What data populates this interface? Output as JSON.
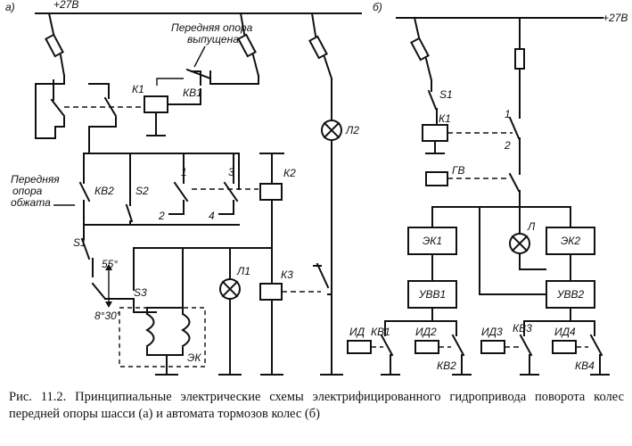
{
  "panels": {
    "a": "a)",
    "b": "б)"
  },
  "supply": {
    "a": "+27В",
    "b": "+27В"
  },
  "labels": {
    "front_strut_extended_1": "Передняя опора",
    "front_strut_extended_2": "выпущена",
    "front_strut_compressed_1": "Передняя",
    "front_strut_compressed_2": "опора",
    "front_strut_compressed_3": "обжата",
    "temp_high": "55°",
    "temp_low": "8°30'"
  },
  "components_a": {
    "k1": "К1",
    "kv1": "КВ1",
    "l2": "Л2",
    "kv2": "КВ2",
    "s2": "S2",
    "c1": "1",
    "c3": "3",
    "c2": "2",
    "c4": "4",
    "k2": "К2",
    "s1": "S1",
    "s3": "S3",
    "l1": "Л1",
    "k3": "К3",
    "ek": "ЭК"
  },
  "components_b": {
    "s1": "S1",
    "k1": "К1",
    "c1": "1",
    "c2": "2",
    "gv": "ГВ",
    "l": "Л",
    "ek1": "ЭК1",
    "ek2": "ЭК2",
    "uvv1": "УВВ1",
    "uvv2": "УВВ2",
    "id": "ИД",
    "kv1": "КВ1",
    "id2": "ИД2",
    "kv2": "КВ2",
    "id3": "ИД3",
    "kv3": "КВ3",
    "id4": "ИД4",
    "kv4": "КВ4"
  },
  "caption": "Рис. 11.2. Принципиальные электрические схемы электрифицированного гидропривода поворота колес передней опоры шасси (а) и автомата тормозов колес (б)"
}
